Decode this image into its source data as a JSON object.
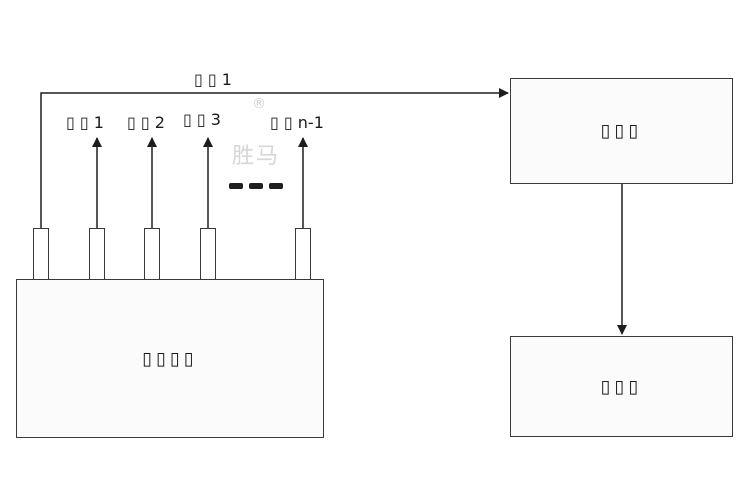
{
  "diagram": {
    "left_box_label": "▯▯▯▯",
    "right_top_box_label": "▯▯▯",
    "right_bottom_box_label": "▯▯▯",
    "top_line_label": "▯ ▯ 1",
    "arrow_labels": [
      "▯ ▯ 1",
      "▯ ▯ 2",
      "▯ ▯ 3",
      "▯ ▯ n-1"
    ],
    "watermark_text": "胜马",
    "watermark_mark": "®",
    "line_color": "#1e1e1e"
  }
}
